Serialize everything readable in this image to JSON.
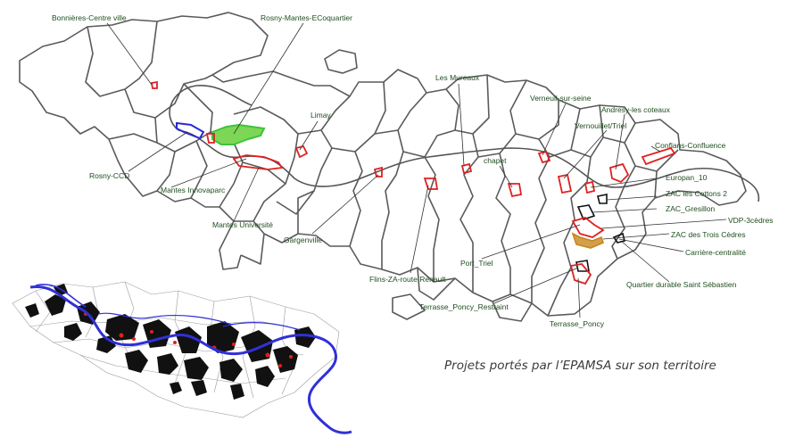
{
  "caption": "Projets portés par l’EPAMSA sur son territoire",
  "colors": {
    "project_red": "#e02020",
    "project_green": "#3cc43c",
    "project_blue": "#2a2ad0",
    "project_orange": "#c8841e",
    "label_text": "#1f4e1f",
    "boundary_gray": "#5a5a5a",
    "inset_river": "#3030d8"
  },
  "labels": {
    "bonnieres": "Bonnières-Centre ville",
    "rosny_eco": "Rosny-Mantes-ECoquartier",
    "limay": "Limay",
    "mureaux": "Les Mureaux",
    "verneuil": "Verneuil-sur-seine",
    "andresy": "Andresy-les coteaux",
    "vernouillet": "Vernouillet/Triel",
    "conflans": "Conflans-Confluence",
    "chapet": "chapet",
    "rosny_ccd": "Rosny-CCD",
    "innovaparc": "Mantes Innovaparc",
    "universite": "Mantes Université",
    "gargenville": "Gargenville",
    "flins": "Flins-ZA-route Renault",
    "port_triel": "Port_Triel",
    "europan": "Europan_10",
    "cettons": "ZAC les Cettons 2",
    "gresillon": "ZAC_Gresillon",
    "vdp": "VDP-3cèdres",
    "trois_cedres": "ZAC des Trois Cèdres",
    "carriere": "Carrière-centralité",
    "st_sebastien": "Quartier durable Saint Sébastien",
    "poncy_restraint": "Terrasse_Poncy_Restraint",
    "poncy": "Terrasse_Poncy"
  },
  "icons": {
    "main_map": "territory-boundary-map",
    "inset": "inset-urban-river-map"
  }
}
